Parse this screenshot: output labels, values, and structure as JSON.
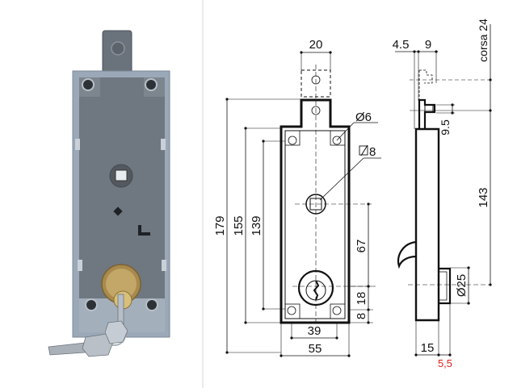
{
  "photo": {
    "description": "Roller shutter lock photo with brass cylinder and keys",
    "colors": {
      "body": "#6f7780",
      "body_dark": "#4e555d",
      "frame": "#9aa6b4",
      "brass": "#b59a5a",
      "key": "#a9b0b8"
    }
  },
  "drawing": {
    "front_view": {
      "dim_width_top": "20",
      "dim_hole_diameter": "Ø6",
      "dim_square": "8",
      "dim_height_total": "179",
      "dim_height_body": "155",
      "dim_height_holes": "139",
      "dim_cylinder_height": "67",
      "dim_bottom_18": "18",
      "dim_bottom_8": "8",
      "dim_holes_width": "39",
      "dim_body_width": "55"
    },
    "side_view": {
      "dim_4_5": "4.5",
      "dim_9": "9",
      "dim_corsa": "corsa 24",
      "dim_9_5": "9.5",
      "dim_143": "143",
      "dim_cylinder_diameter": "Ø25",
      "dim_15": "15",
      "dim_5_5": "5,5"
    },
    "colors": {
      "line": "#111111",
      "thin": "#333333",
      "red_dim": "#e0201c"
    }
  }
}
